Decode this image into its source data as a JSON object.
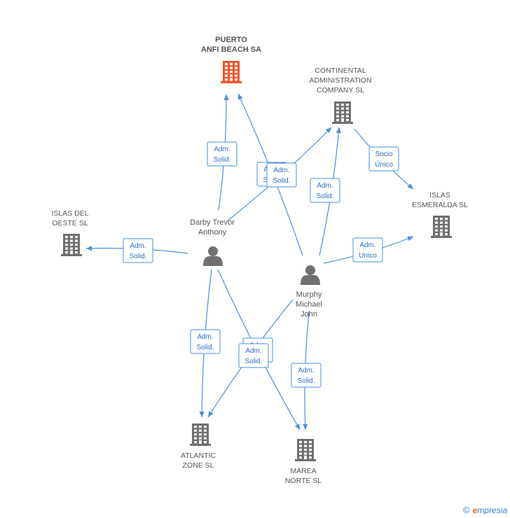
{
  "colors": {
    "edge": "#4a8fe0",
    "company": "#707070",
    "company_highlight": "#f0562a",
    "person": "#707070",
    "label_text": "#2f6fc0"
  },
  "companies": [
    {
      "id": "puerto",
      "lines": [
        "PUERTO",
        "ANFI BEACH SA"
      ],
      "highlight": true,
      "icon": "building-icon"
    },
    {
      "id": "continental",
      "lines": [
        "CONTINENTAL",
        "ADMINISTRATION",
        "COMPANY SL"
      ],
      "highlight": false,
      "icon": "building-icon"
    },
    {
      "id": "islas_esmeralda",
      "lines": [
        "ISLAS",
        "ESMERALDA SL"
      ],
      "highlight": false,
      "icon": "building-icon"
    },
    {
      "id": "islas_oeste",
      "lines": [
        "ISLAS DEL",
        "OESTE SL"
      ],
      "highlight": false,
      "icon": "building-icon"
    },
    {
      "id": "atlantic",
      "lines": [
        "ATLANTIC",
        "ZONE SL"
      ],
      "highlight": false,
      "icon": "building-icon"
    },
    {
      "id": "marea",
      "lines": [
        "MAREA",
        "NORTE SL"
      ],
      "highlight": false,
      "icon": "building-icon"
    }
  ],
  "people": [
    {
      "id": "darby",
      "lines": [
        "Darby Trevor",
        "Anthony"
      ],
      "icon": "person-icon"
    },
    {
      "id": "murphy",
      "lines": [
        "Murphy",
        "Michael",
        "John"
      ],
      "icon": "person-icon"
    }
  ],
  "relations": [
    {
      "from": "darby",
      "to": "puerto",
      "label": [
        "Adm.",
        "Solid."
      ]
    },
    {
      "from": "darby",
      "to": "continental",
      "label": [
        "Adm.",
        "Solid."
      ]
    },
    {
      "from": "darby",
      "to": "islas_oeste",
      "label": [
        "Adm.",
        "Solid."
      ]
    },
    {
      "from": "darby",
      "to": "atlantic",
      "label": [
        "Adm.",
        "Solid."
      ]
    },
    {
      "from": "darby",
      "to": "marea",
      "label": [
        "Adm.",
        "Solid."
      ]
    },
    {
      "from": "murphy",
      "to": "puerto",
      "label": [
        "Adm.",
        "Solid."
      ]
    },
    {
      "from": "murphy",
      "to": "continental",
      "label": [
        "Adm.",
        "Solid."
      ]
    },
    {
      "from": "murphy",
      "to": "islas_esmeralda",
      "label": [
        "Adm.",
        "Unico"
      ]
    },
    {
      "from": "murphy",
      "to": "atlantic",
      "label": [
        "Adm.",
        "Solid."
      ]
    },
    {
      "from": "murphy",
      "to": "marea",
      "label": [
        "Adm.",
        "Solid."
      ]
    },
    {
      "from": "continental",
      "to": "islas_esmeralda",
      "label": [
        "Socio",
        "Único"
      ]
    }
  ],
  "footer": {
    "copyright": "©",
    "brand_first": "e",
    "brand_rest": "mpresia"
  }
}
